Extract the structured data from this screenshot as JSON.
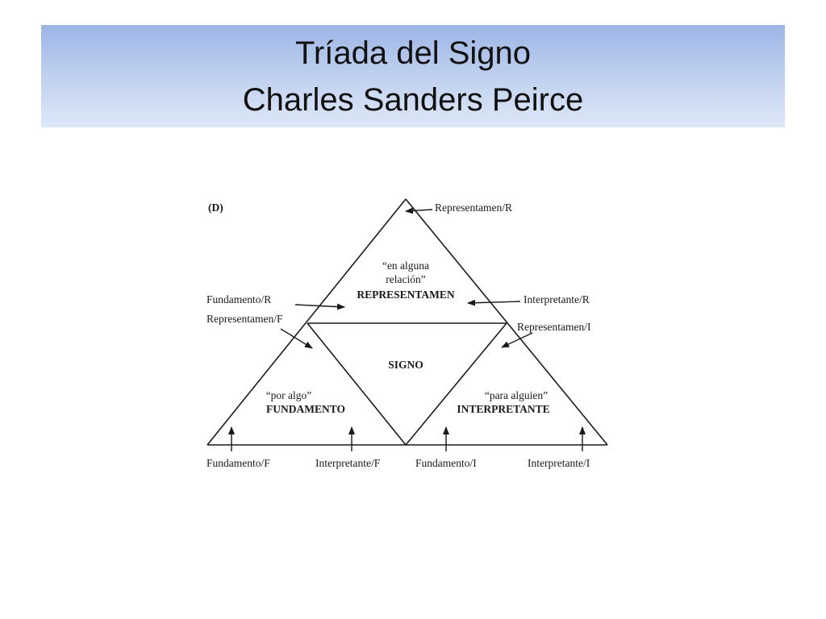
{
  "slide": {
    "title_line1": "Tríada del Signo",
    "title_line2": "Charles Sanders Peirce"
  },
  "diagram": {
    "panel_label": "(D)",
    "top_vertex_label": "Representamen/R",
    "top_quote_line1": "“en alguna",
    "top_quote_line2": "relación”",
    "top_name": "REPRESENTAMEN",
    "left_outer_upper": "Fundamento/R",
    "left_outer_lower": "Representamen/F",
    "right_outer_upper": "Interpretante/R",
    "right_outer_lower": "Representamen/I",
    "center_name": "SIGNO",
    "left_quote": "“por algo”",
    "left_name": "FUNDAMENTO",
    "right_quote": "“para alguien”",
    "right_name": "INTERPRETANTE",
    "bottom_labels": [
      "Fundamento/F",
      "Interpretante/F",
      "Fundamento/I",
      "Interpretante/I"
    ]
  }
}
